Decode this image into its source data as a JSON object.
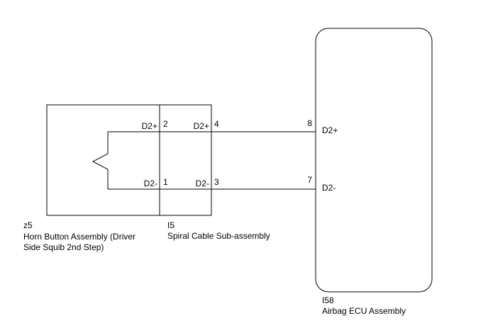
{
  "colors": {
    "line": "#000000",
    "background": "#ffffff"
  },
  "components": {
    "z5": {
      "code": "z5",
      "name_line1": "Horn Button Assembly (Driver",
      "name_line2": "Side Squib 2nd Step)"
    },
    "i5": {
      "code": "I5",
      "name": "Spiral Cable Sub-assembly"
    },
    "i58": {
      "code": "I58",
      "name": "Airbag ECU Assembly"
    }
  },
  "pins": {
    "z5_d2plus": {
      "signal": "D2+",
      "number": "2"
    },
    "z5_d2minus": {
      "signal": "D2-",
      "number": "1"
    },
    "i5_d2plus": {
      "signal": "D2+",
      "number": "4"
    },
    "i5_d2minus": {
      "signal": "D2-",
      "number": "3"
    },
    "i58_d2plus": {
      "signal": "D2+",
      "number": "8"
    },
    "i58_d2minus": {
      "signal": "D2-",
      "number": "7"
    }
  }
}
